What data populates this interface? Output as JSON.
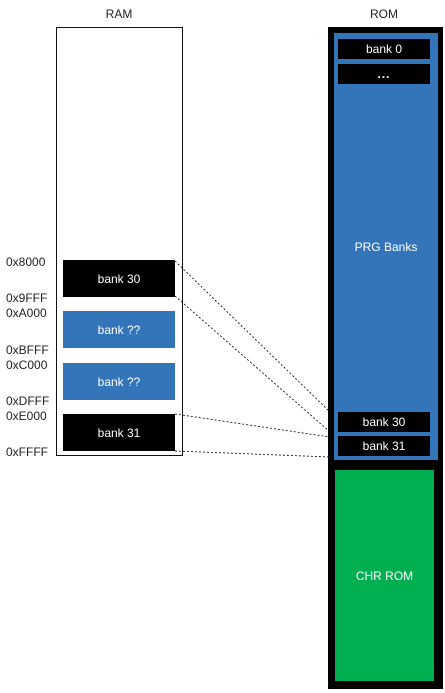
{
  "ram": {
    "title": "RAM",
    "addresses": [
      "0x8000",
      "0x9FFF",
      "0xA000",
      "0xBFFF",
      "0xC000",
      "0xDFFF",
      "0xE000",
      "0xFFFF"
    ],
    "banks": [
      "bank 30",
      "bank ??",
      "bank ??",
      "bank 31"
    ]
  },
  "rom": {
    "title": "ROM",
    "bank0": "bank 0",
    "ellipsis": "...",
    "prg_label": "PRG Banks",
    "bank30": "bank 30",
    "bank31": "bank 31",
    "chr_label": "CHR ROM"
  },
  "colors": {
    "blue": "#3375b8",
    "green": "#00b050",
    "black": "#000000"
  }
}
